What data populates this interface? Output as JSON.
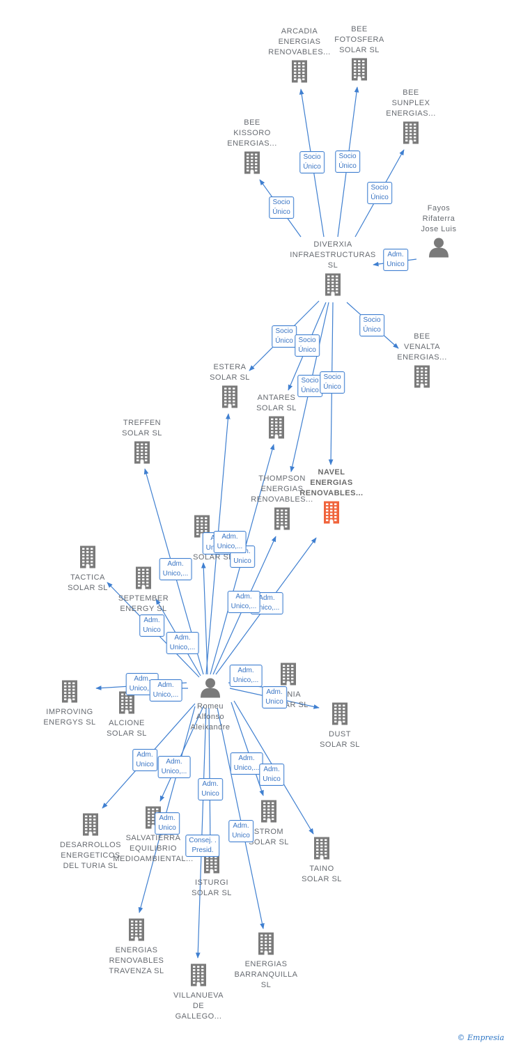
{
  "nodes": [
    {
      "id": "arcadia",
      "label": "ARCADIA\nENERGIAS\nRENOVABLES...",
      "type": "company"
    },
    {
      "id": "fotosfera",
      "label": "BEE\nFOTOSFERA\nSOLAR  SL",
      "type": "company"
    },
    {
      "id": "sunplex",
      "label": "BEE\nSUNPLEX\nENERGIAS...",
      "type": "company"
    },
    {
      "id": "kissoro",
      "label": "BEE\nKISSORO\nENERGIAS...",
      "type": "company"
    },
    {
      "id": "fayos",
      "label": "Fayos\nRifaterra\nJose Luis",
      "type": "person"
    },
    {
      "id": "diverxia",
      "label": "DIVERXIA\nINFRAESTRUCTURAS\nSL",
      "type": "company"
    },
    {
      "id": "venalta",
      "label": "BEE\nVENALTA\nENERGIAS...",
      "type": "company"
    },
    {
      "id": "estera",
      "label": "ESTERA\nSOLAR  SL",
      "type": "company"
    },
    {
      "id": "antares",
      "label": "ANTARES\nSOLAR  SL",
      "type": "company"
    },
    {
      "id": "navel",
      "label": "NAVEL\nENERGIAS\nRENOVABLES...",
      "type": "company",
      "highlight": true
    },
    {
      "id": "treffen",
      "label": "TREFFEN\nSOLAR  SL",
      "type": "company"
    },
    {
      "id": "thompson",
      "label": "THOMPSON\nENERGIAS\nRENOVABLES...",
      "type": "company"
    },
    {
      "id": "da",
      "label": "DA\nSOLAR  SL",
      "type": "company"
    },
    {
      "id": "tactica",
      "label": "TACTICA\nSOLAR  SL",
      "type": "company"
    },
    {
      "id": "september",
      "label": "SEPTEMBER\nENERGY  SL",
      "type": "company"
    },
    {
      "id": "improving",
      "label": "IMPROVING\nENERGYS  SL",
      "type": "company"
    },
    {
      "id": "alcione",
      "label": "ALCIONE\nSOLAR  SL",
      "type": "company"
    },
    {
      "id": "romeu",
      "label": "Romeu\nAlfonso\nAleixandre",
      "type": "person"
    },
    {
      "id": "ennia",
      "label": "ENNIA\nSOLAR  SL",
      "type": "company"
    },
    {
      "id": "dust",
      "label": "DUST\nSOLAR  SL",
      "type": "company"
    },
    {
      "id": "desarrollos",
      "label": "DESARROLLOS\nENERGETICOS\nDEL TURIA  SL",
      "type": "company"
    },
    {
      "id": "salvatierra",
      "label": "SALVATIERRA\nEQUILIBRIO\nMEDIOAMBIENTAL...",
      "type": "company"
    },
    {
      "id": "strom",
      "label": "STROM\nSOLAR  SL",
      "type": "company"
    },
    {
      "id": "taino",
      "label": "TAINO\nSOLAR  SL",
      "type": "company"
    },
    {
      "id": "isturgi",
      "label": "ISTURGI\nSOLAR  SL",
      "type": "company"
    },
    {
      "id": "travenza",
      "label": "ENERGIAS\nRENOVABLES\nTRAVENZA  SL",
      "type": "company"
    },
    {
      "id": "barranquilla",
      "label": "ENERGIAS\nBARRANQUILLA\nSL",
      "type": "company"
    },
    {
      "id": "villanueva",
      "label": "VILLANUEVA\nDE\nGALLEGO...",
      "type": "company"
    }
  ],
  "edges": [
    {
      "from": "diverxia",
      "to": "arcadia",
      "label": "Socio\nÚnico"
    },
    {
      "from": "diverxia",
      "to": "fotosfera",
      "label": "Socio\nÚnico"
    },
    {
      "from": "diverxia",
      "to": "sunplex",
      "label": "Socio\nÚnico"
    },
    {
      "from": "diverxia",
      "to": "kissoro",
      "label": "Socio\nÚnico"
    },
    {
      "from": "fayos",
      "to": "diverxia",
      "label": "Adm.\nUnico"
    },
    {
      "from": "diverxia",
      "to": "venalta",
      "label": "Socio\nÚnico"
    },
    {
      "from": "diverxia",
      "to": "estera",
      "label": "Socio\nÚnico"
    },
    {
      "from": "diverxia",
      "to": "antares",
      "label": "Socio\nÚnico"
    },
    {
      "from": "diverxia",
      "to": "thompson",
      "label": "Socio\nÚnico"
    },
    {
      "from": "diverxia",
      "to": "navel",
      "label": "Socio\nÚnico"
    },
    {
      "from": "romeu",
      "to": "treffen",
      "label": "Adm.\nUnico,..."
    },
    {
      "from": "romeu",
      "to": "estera",
      "label": "Adm.\nUnico,..."
    },
    {
      "from": "romeu",
      "to": "da",
      "label": "Adm.\nUnico"
    },
    {
      "from": "romeu",
      "to": "antares",
      "label": "Adm.\nUnico,..."
    },
    {
      "from": "romeu",
      "to": "thompson",
      "label": "Adm.\nUnico,..."
    },
    {
      "from": "romeu",
      "to": "navel",
      "label": "Adm.\nUnico,..."
    },
    {
      "from": "romeu",
      "to": "tactica",
      "label": "Adm.\nUnico"
    },
    {
      "from": "romeu",
      "to": "september",
      "label": "Adm.\nUnico,..."
    },
    {
      "from": "romeu",
      "to": "improving",
      "label": "Adm.\nUnico,..."
    },
    {
      "from": "romeu",
      "to": "alcione",
      "label": "Adm.\nUnico,..."
    },
    {
      "from": "romeu",
      "to": "ennia",
      "label": "Adm.\nUnico,..."
    },
    {
      "from": "romeu",
      "to": "dust",
      "label": "Adm.\nUnico"
    },
    {
      "from": "romeu",
      "to": "desarrollos",
      "label": "Adm.\nUnico"
    },
    {
      "from": "romeu",
      "to": "salvatierra",
      "label": "Adm.\nUnico,..."
    },
    {
      "from": "romeu",
      "to": "strom",
      "label": "Adm.\nUnico,..."
    },
    {
      "from": "romeu",
      "to": "taino",
      "label": "Adm.\nUnico"
    },
    {
      "from": "romeu",
      "to": "isturgi",
      "label": "Adm.\nUnico"
    },
    {
      "from": "romeu",
      "to": "travenza",
      "label": "Adm.\nUnico"
    },
    {
      "from": "romeu",
      "to": "villanueva",
      "label": "Consej. .\nPresid."
    },
    {
      "from": "romeu",
      "to": "barranquilla",
      "label": "Adm.\nUnico"
    }
  ],
  "colors": {
    "edge": "#3f7fd0",
    "icon": "#7a7a7a",
    "highlight": "#f0643c"
  },
  "footer": {
    "copyright": "©",
    "brand": "Empresia"
  }
}
